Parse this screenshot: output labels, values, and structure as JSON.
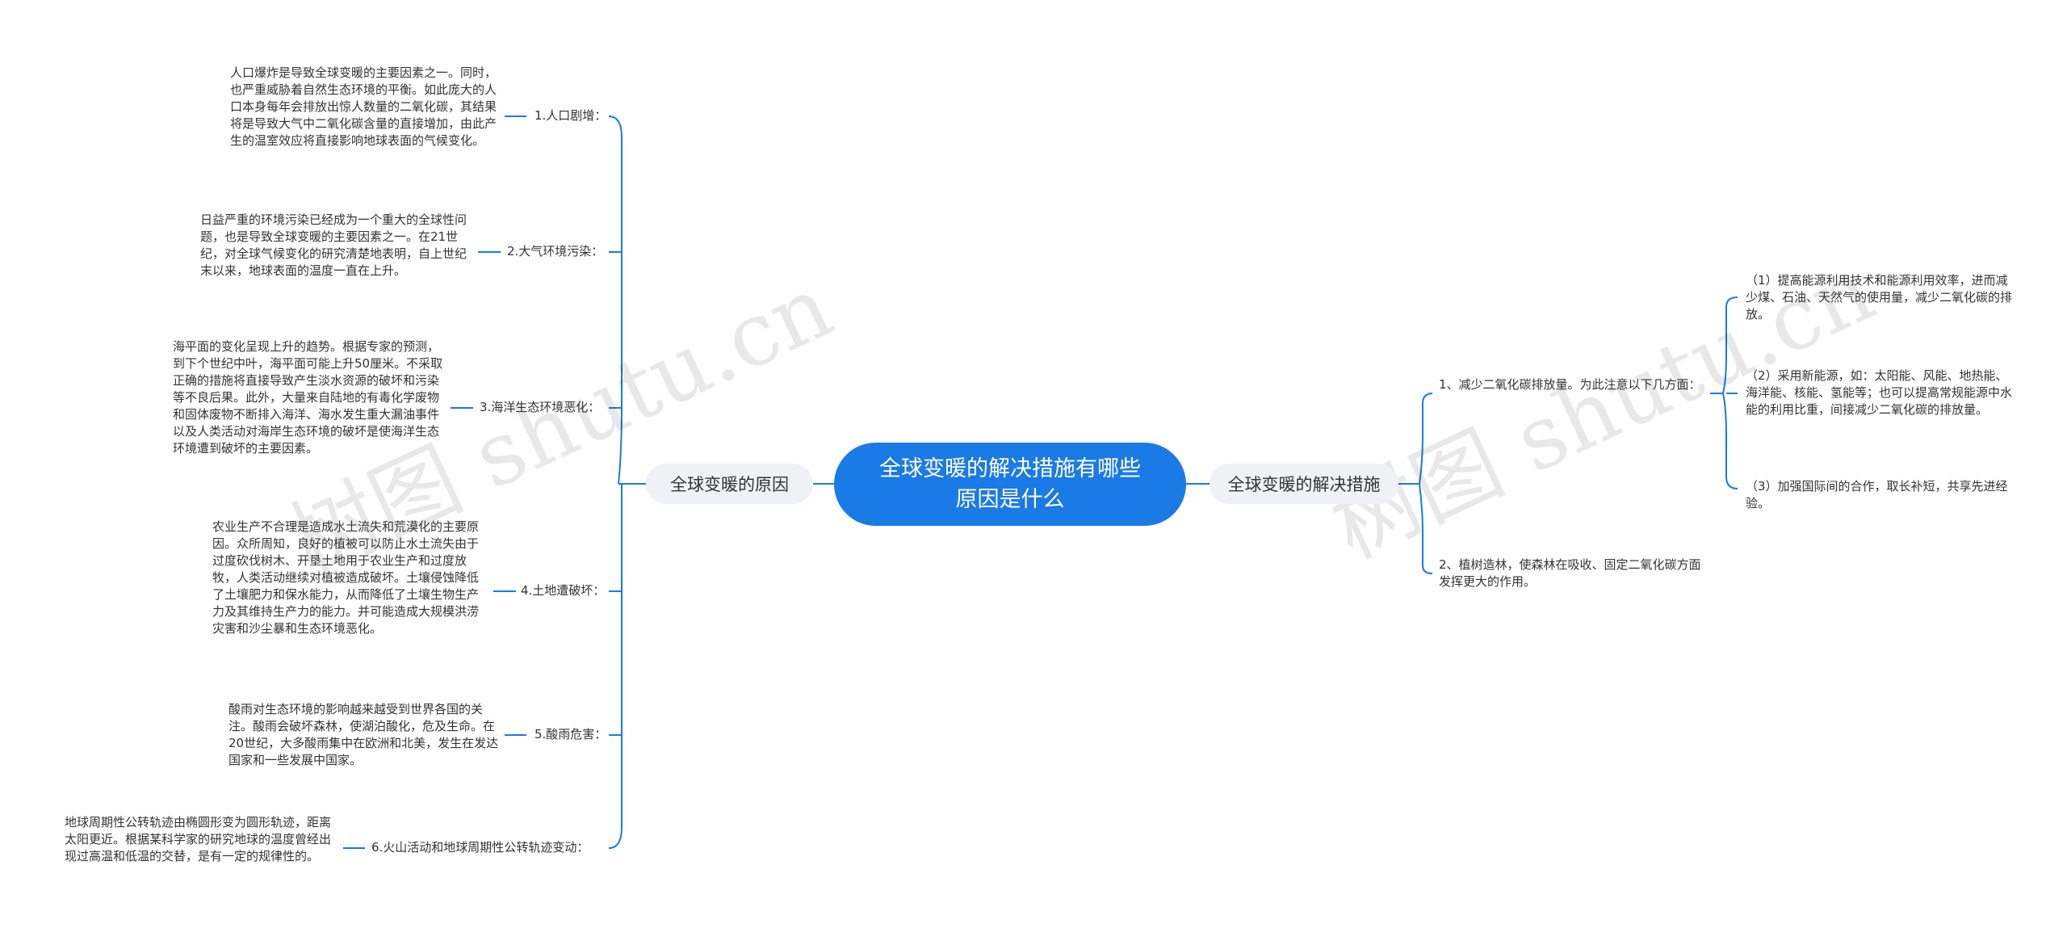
{
  "root": {
    "title": "全球变暖的解决措施有哪些 原因是什么"
  },
  "left": {
    "label": "全球变暖的原因",
    "items": [
      {
        "label": "1.人口剧增：",
        "text": "人口爆炸是导致全球变暖的主要因素之一。同时，也严重威胁着自然生态环境的平衡。如此庞大的人口本身每年会排放出惊人数量的二氧化碳，其结果将是导致大气中二氧化碳含量的直接增加，由此产生的温室效应将直接影响地球表面的气候变化。"
      },
      {
        "label": "2.大气环境污染：",
        "text": "日益严重的环境污染已经成为一个重大的全球性问题，也是导致全球变暖的主要因素之一。在21世纪，对全球气候变化的研究清楚地表明，自上世纪末以来，地球表面的温度一直在上升。"
      },
      {
        "label": "3.海洋生态环境恶化：",
        "text": "海平面的变化呈现上升的趋势。根据专家的预测，到下个世纪中叶，海平面可能上升50厘米。不采取正确的措施将直接导致产生淡水资源的破坏和污染等不良后果。此外，大量来自陆地的有毒化学废物和固体废物不断排入海洋、海水发生重大漏油事件以及人类活动对海岸生态环境的破坏是使海洋生态环境遭到破坏的主要因素。"
      },
      {
        "label": "4.土地遭破坏：",
        "text": "农业生产不合理是造成水土流失和荒漠化的主要原因。众所周知，良好的植被可以防止水土流失由于过度砍伐树木、开垦土地用于农业生产和过度放牧，人类活动继续对植被造成破坏。土壤侵蚀降低了土壤肥力和保水能力，从而降低了土壤生物生产力及其维持生产力的能力。并可能造成大规模洪涝灾害和沙尘暴和生态环境恶化。"
      },
      {
        "label": "5.酸雨危害：",
        "text": "酸雨对生态环境的影响越来越受到世界各国的关注。酸雨会破坏森林，使湖泊酸化，危及生命。在20世纪，大多酸雨集中在欧洲和北美，发生在发达国家和一些发展中国家。"
      },
      {
        "label": "6.火山活动和地球周期性公转轨迹变动：",
        "text": "地球周期性公转轨迹由椭圆形变为圆形轨迹，距离太阳更近。根据某科学家的研究地球的温度曾经出现过高温和低温的交替，是有一定的规律性的。"
      }
    ]
  },
  "right": {
    "label": "全球变暖的解决措施",
    "items": [
      {
        "label": "1、减少二氧化碳排放量。为此注意以下几方面：",
        "children": [
          "（1）提高能源利用技术和能源利用效率，进而减少煤、石油、天然气的使用量，减少二氧化碳的排放。",
          "（2）采用新能源，如：太阳能、风能、地热能、海洋能、核能、氢能等；也可以提高常规能源中水能的利用比重，间接减少二氧化碳的排放量。",
          "（3）加强国际间的合作，取长补短，共享先进经验。"
        ]
      },
      {
        "label": "2、植树造林，使森林在吸收、固定二氧化碳方面发挥更大的作用。"
      }
    ]
  },
  "watermarks": [
    "树图 shutu.cn",
    "树图 shutu.cn"
  ],
  "colors": {
    "root": "#1a7ae6",
    "branch_bg": "#eef1f5",
    "connector": "#1a7ae6"
  }
}
